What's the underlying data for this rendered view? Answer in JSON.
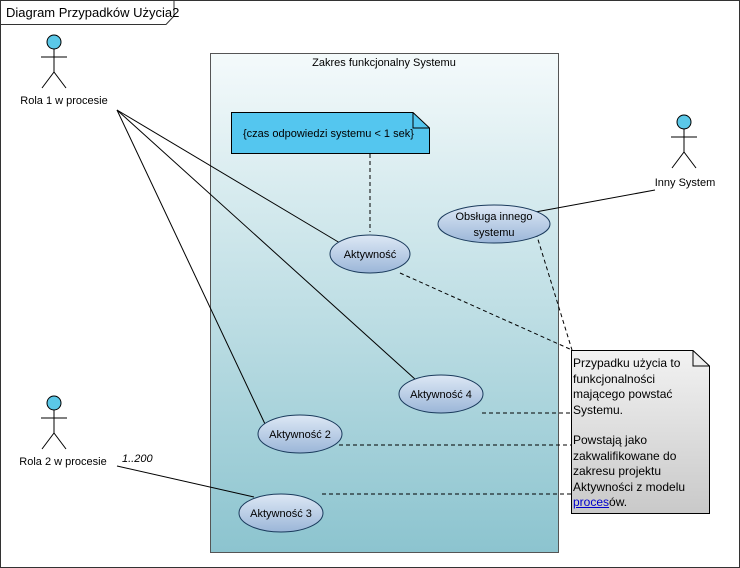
{
  "diagram": {
    "frame_title": "Diagram Przypadków Użycia2",
    "system_boundary": "Zakres funkcjonalny Systemu"
  },
  "actors": {
    "role1": "Rola 1 w procesie",
    "role2": "Rola 2 w procesie",
    "other_system": "Inny System"
  },
  "use_cases": {
    "aktywnosc": "Aktywność",
    "aktywnosc2": "Aktywność 2",
    "aktywnosc3": "Aktywność 3",
    "aktywnosc4": "Aktywność 4",
    "obsluga_line1": "Obsługa innego",
    "obsluga_line2": "systemu"
  },
  "multiplicity": "1..200",
  "constraint_note": "{czas odpowiedzi systemu < 1 sek}",
  "comment_note": {
    "para1": [
      "Przypadku użycia to",
      "funkcjonalności",
      "mającego powstać",
      "Systemu."
    ],
    "para2": [
      "Powstają jako",
      "zakwalifikowane do",
      "zakresu projektu",
      "Aktywności z modelu"
    ],
    "link_text": "proces",
    "after_link": "ów."
  },
  "colors": {
    "actor_head": "#5bc8e8",
    "usecase_fill": "#a9c3e0",
    "boundary_top": "#f4fafb",
    "boundary_bottom": "#8cc4cf",
    "constraint_fill": "#54c6ef",
    "comment_fill": "#d6d6d6",
    "link": "#0000cc"
  }
}
